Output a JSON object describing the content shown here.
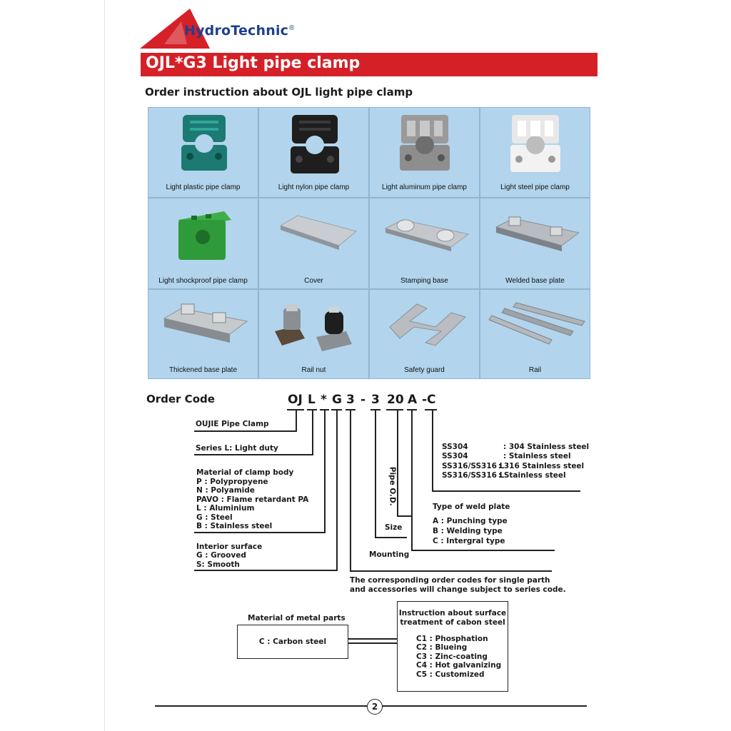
{
  "brand": {
    "name": "HydroTechnic",
    "registered": "®"
  },
  "banner_title": "OJL*G3 Light pipe clamp",
  "subtitle": "Order instruction about OJL light pipe clamp",
  "products": [
    {
      "label": "Light plastic pipe clamp",
      "image": "teal-plastic-clamp"
    },
    {
      "label": "Light nylon pipe clamp",
      "image": "black-nylon-clamp"
    },
    {
      "label": "Light aluminum pipe clamp",
      "image": "aluminum-clamp"
    },
    {
      "label": "Light steel pipe clamp",
      "image": "steel-clamp"
    },
    {
      "label": "Light shockproof pipe clamp",
      "image": "green-shockproof-clamp"
    },
    {
      "label": "Cover",
      "image": "cover-plate"
    },
    {
      "label": "Stamping base",
      "image": "stamping-base"
    },
    {
      "label": "Welded base plate",
      "image": "welded-base-plate"
    },
    {
      "label": "Thickened base plate",
      "image": "thickened-base-plate"
    },
    {
      "label": "Rail nut",
      "image": "rail-nut"
    },
    {
      "label": "Safety guard",
      "image": "safety-guard"
    },
    {
      "label": "Rail",
      "image": "rail"
    }
  ],
  "order_code": {
    "label": "Order Code",
    "parts": [
      "OJ",
      "L",
      "*",
      "G",
      "3",
      "-",
      "3",
      "20",
      "A",
      "-C"
    ]
  },
  "legend": {
    "oujie": "OUJIE Pipe Clamp",
    "series": "Series  L: Light duty",
    "material_title": "Material of clamp body",
    "material_items": [
      "P : Polypropyene",
      "N : Polyamide",
      "PAVO : Flame retardant PA",
      "L : Aluminium",
      "G : Steel",
      "B : Stainless steel"
    ],
    "interior_title": "Interior surface",
    "interior_items": [
      "G : Grooved",
      "S: Smooth"
    ],
    "mounting": "Mounting",
    "size": "Size",
    "pipe_od": "Pipe O.D.",
    "weld_title": "Type of weld plate",
    "weld_items": [
      "A : Punching type",
      "B : Welding type",
      "C : Intergral type"
    ],
    "stainless": [
      {
        "code": "SS304",
        "desc": ": 304 Stainless steel"
      },
      {
        "code": "SS304",
        "desc": ": Stainless steel"
      },
      {
        "code": "SS316/SS316 L",
        "desc": ": 316 Stainless steel"
      },
      {
        "code": "SS316/SS316 L",
        "desc": ": Stainless steel"
      }
    ],
    "note": [
      "The corresponding order codes for single parth",
      "and accessories will change subject to series code."
    ]
  },
  "metal": {
    "title": "Material of metal parts",
    "value": "C : Carbon steel"
  },
  "surface": {
    "title": [
      "Instruction about surface",
      "treatment of cabon steel"
    ],
    "items": [
      "C1 : Phosphation",
      "C2 : Blueing",
      "C3 : Zinc-coating",
      "C4 : Hot galvanizing",
      "C5 : Customized"
    ]
  },
  "page_number": "2"
}
